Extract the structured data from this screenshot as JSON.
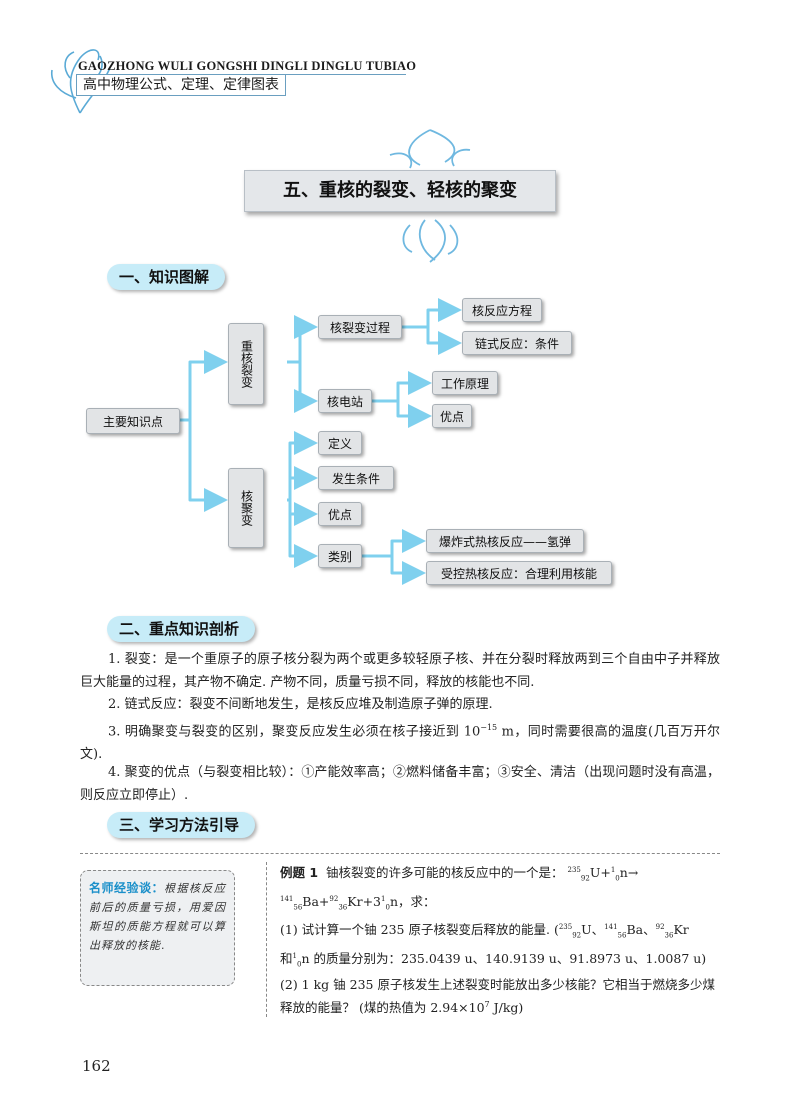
{
  "header": {
    "series_en": "GAOZHONG WULI GONGSHI DINGLI DINGLU TUBIAO",
    "series_cn": "高中物理公式、定理、定律图表"
  },
  "chapter_title": "五、重核的裂变、轻核的聚变",
  "sections": {
    "s1": "一、知识图解",
    "s2": "二、重点知识剖析",
    "s3": "三、学习方法引导"
  },
  "mindmap": {
    "root": "主要知识点",
    "fission": "重核裂变",
    "fission_process": "核裂变过程",
    "reaction_equation": "核反应方程",
    "chain_reaction": "链式反应：条件",
    "power_station": "核电站",
    "working_principle": "工作原理",
    "advantage1": "优点",
    "fusion": "核聚变",
    "definition": "定义",
    "conditions": "发生条件",
    "advantage2": "优点",
    "category": "类别",
    "explosive": "爆炸式热核反应——氢弹",
    "controlled": "受控热核反应：合理利用核能"
  },
  "points": {
    "p1": "1. 裂变：是一个重原子的原子核分裂为两个或更多较轻原子核、并在分裂时释放两到三个自由中子并释放巨大能量的过程，其产物不确定. 产物不同，质量亏损不同，释放的核能也不同.",
    "p2": "2. 链式反应：裂变不间断地发生，是核反应堆及制造原子弹的原理.",
    "p3a": "3. 明确聚变与裂变的区别，聚变反应发生必须在核子接近到 10",
    "p3exp": "−15",
    "p3b": " m，同时需要很高的温度(几百万开尔文).",
    "p4": "4. 聚变的优点（与裂变相比较）：①产能效率高；②燃料储备丰富；③安全、清洁（出现问题时没有高温，则反应立即停止）."
  },
  "tip": {
    "label": "名师经验谈：",
    "text": "根据核反应前后的质量亏损，用爱因斯坦的质能方程就可以算出释放的核能."
  },
  "example": {
    "label": "例题 1",
    "intro": "铀核裂变的许多可能的核反应中的一个是：",
    "q1": "(1) 试计算一个铀 235 原子核裂变后释放的能量.",
    "masses": "的质量分别为：235.0439 u、140.9139 u、91.8973 u、1.0087 u)",
    "q2": "(2) 1 kg 铀 235 原子核发生上述裂变时能放出多少核能？它相当于燃烧多少煤释放的能量？ (煤的热值为 2.94×10",
    "q2exp": "7",
    "q2end": " J/kg)",
    "ask": "求："
  },
  "page_number": "162",
  "colors": {
    "section_bg": "#c7ecf8",
    "arrow": "#7fd0ee",
    "node_bg": "#e2e4e6",
    "tip_label": "#1a8fc9"
  }
}
